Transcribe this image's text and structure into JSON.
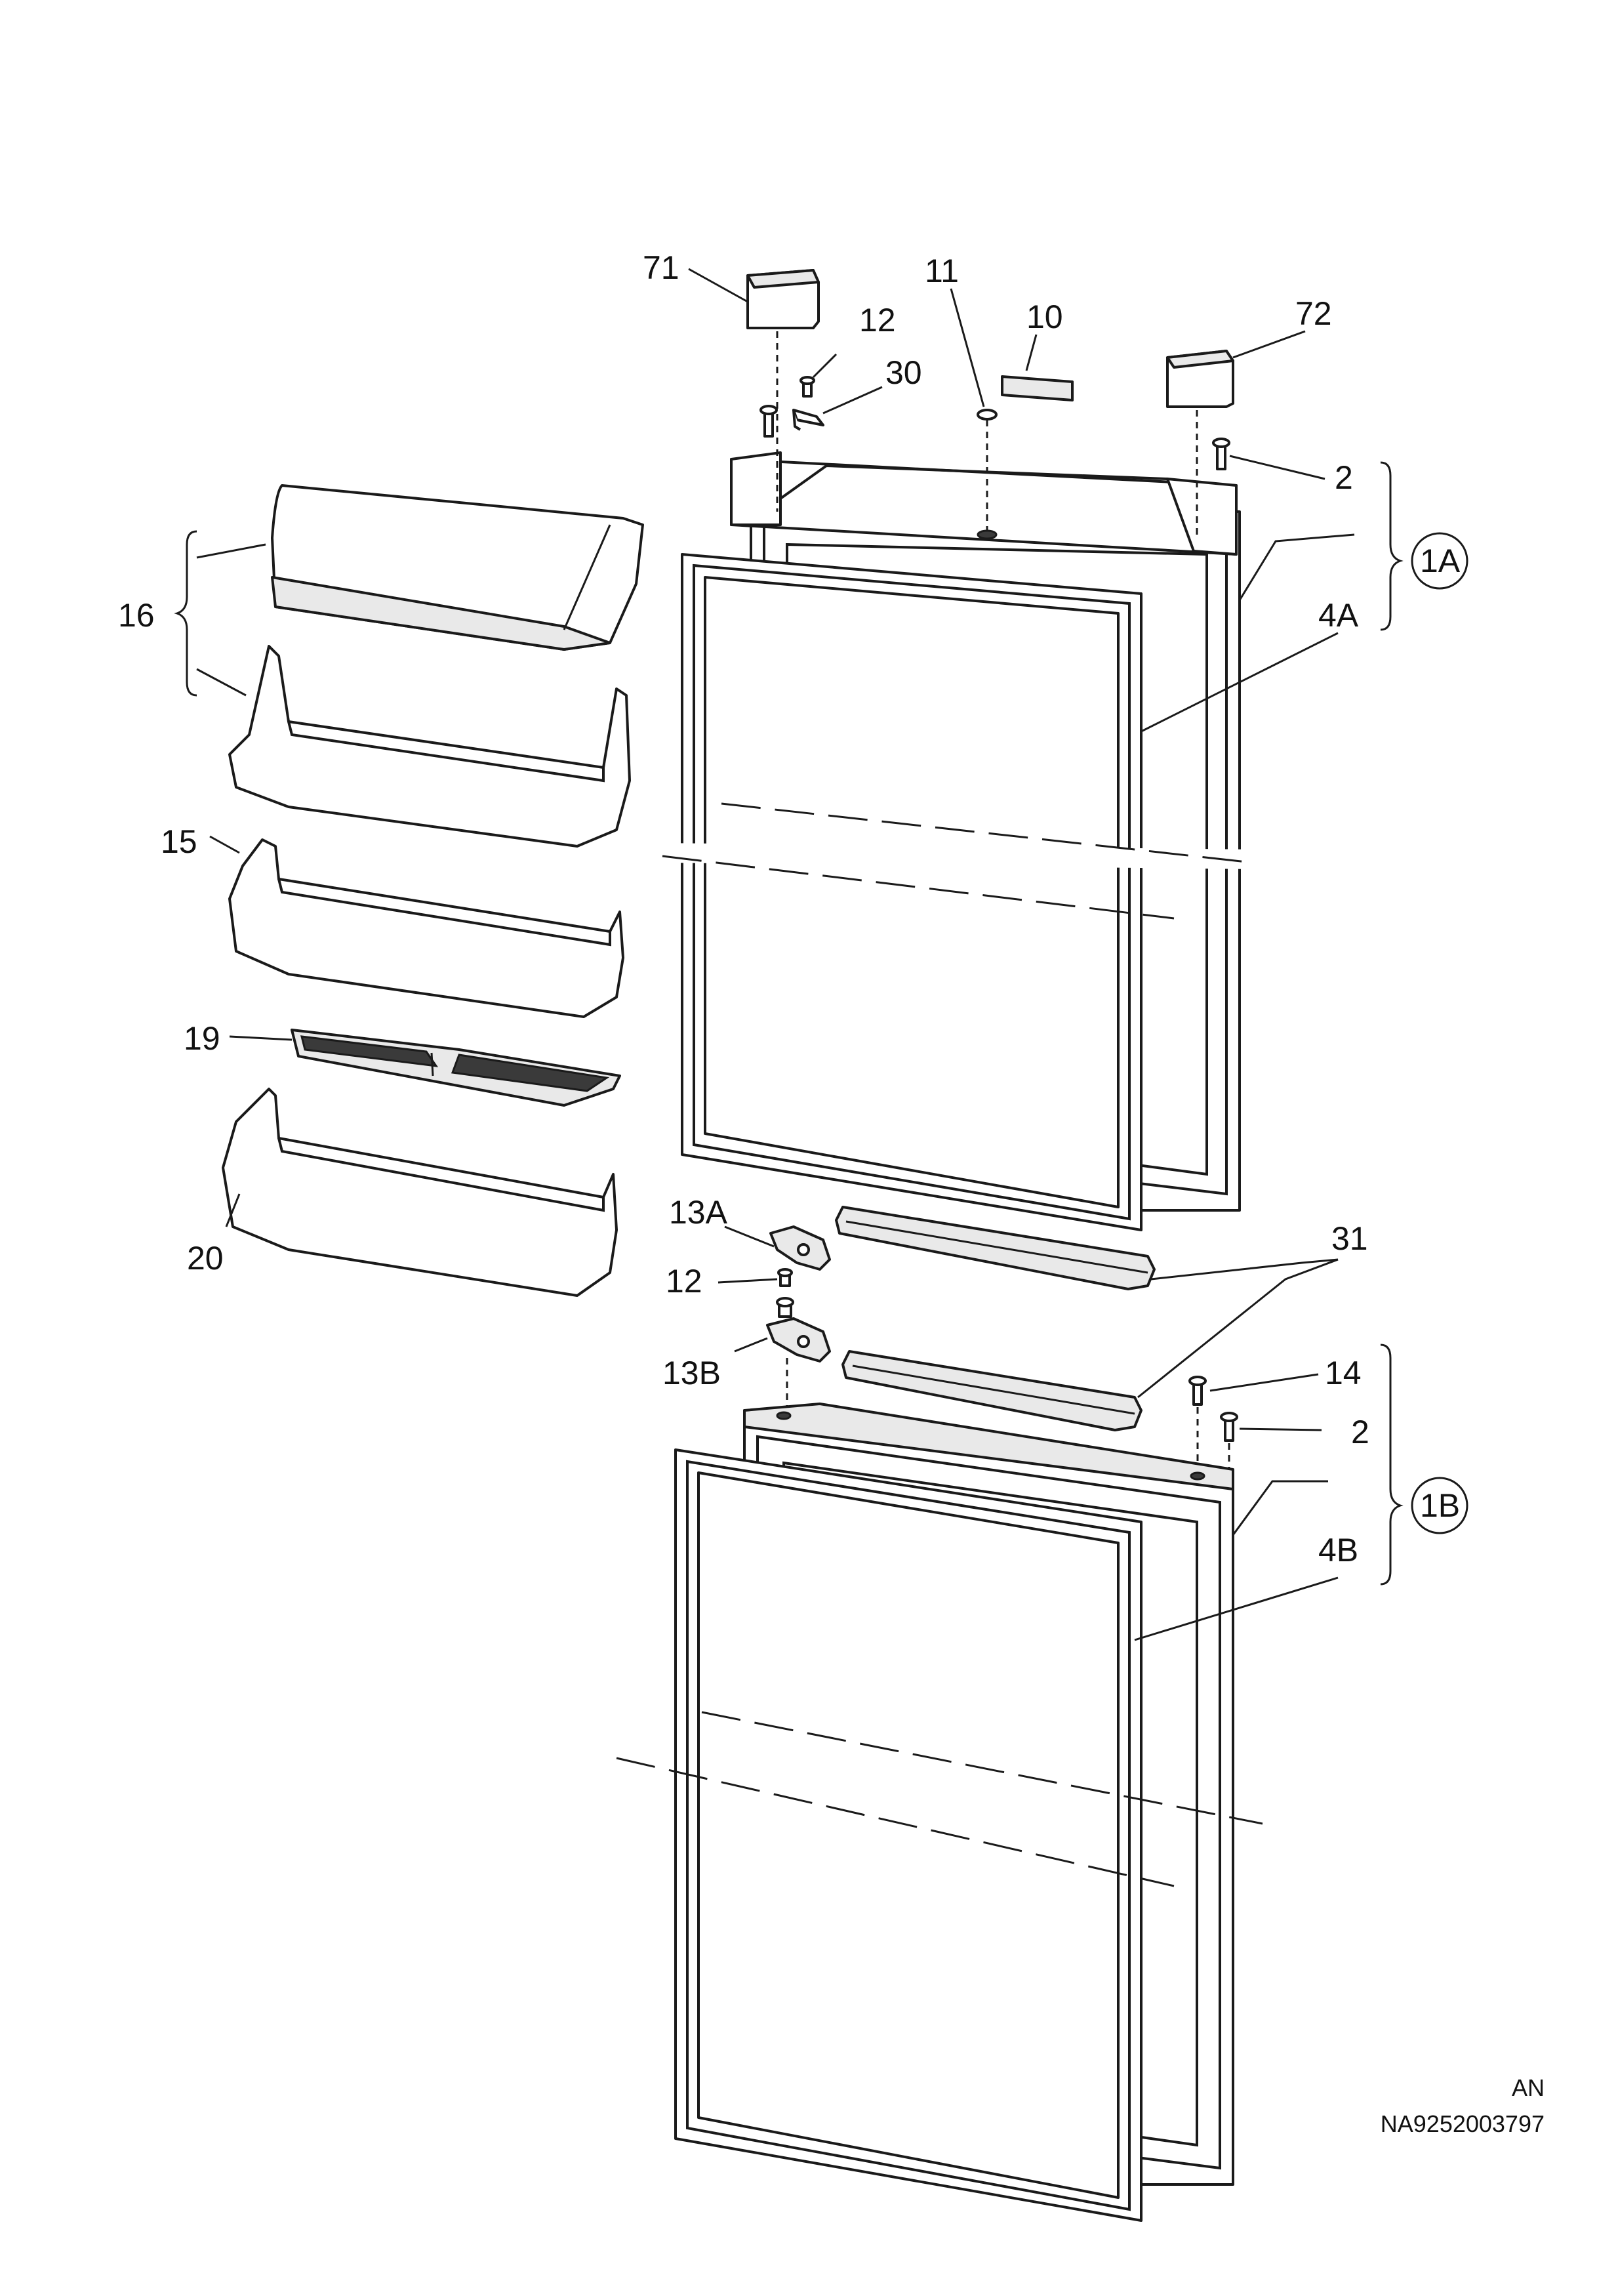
{
  "labels": {
    "p71": "71",
    "p11": "11",
    "p12_top": "12",
    "p10": "10",
    "p72": "72",
    "p30": "30",
    "p2_top": "2",
    "p1A": "1A",
    "p4A": "4A",
    "p16": "16",
    "p15": "15",
    "p19": "19",
    "p20": "20",
    "p13A": "13A",
    "p12_mid": "12",
    "p13B": "13B",
    "p31": "31",
    "p14": "14",
    "p2_bot": "2",
    "p1B": "1B",
    "p4B": "4B"
  },
  "footer": {
    "code1": "AN",
    "code2": "NA9252003797"
  }
}
